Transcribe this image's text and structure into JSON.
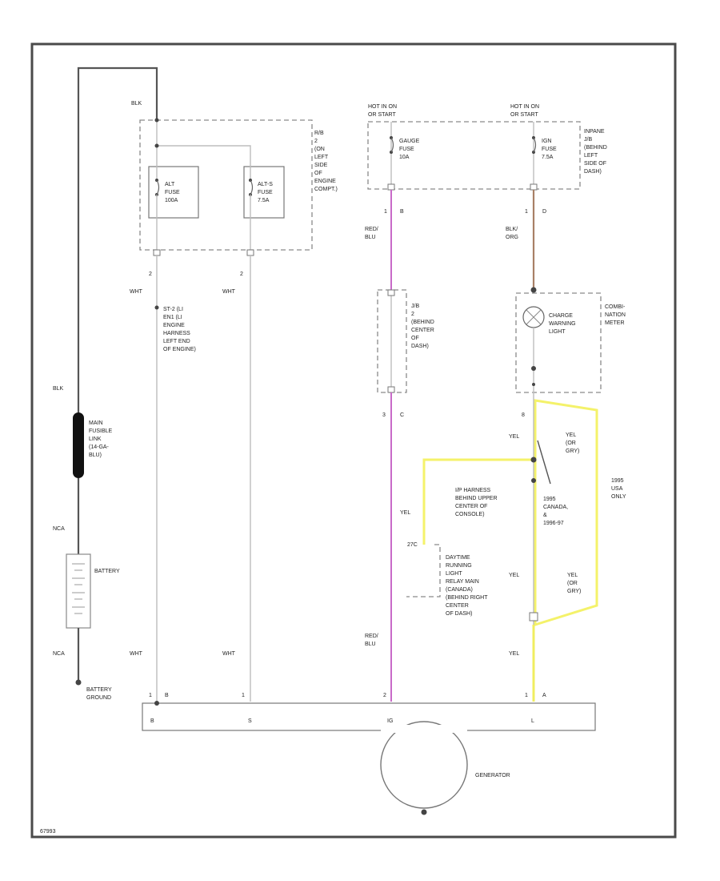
{
  "colors": {
    "frame": "#4a4a4a",
    "red_blu_wire": "#c86ac8",
    "blk_org_wire": "#a88066",
    "yel_highlight": "#f4f26a",
    "yel_wire": "#f0ee60"
  },
  "labels": {
    "blk_top": "BLK",
    "blk_mid": "BLK",
    "nca_1": "NCA",
    "nca_2": "NCA",
    "fuse_box_loc": [
      "R/B",
      "2",
      "(ON",
      "LEFT",
      "SIDE",
      "OF",
      "ENGINE",
      "COMPT.)"
    ],
    "alt_fuse": [
      "ALT",
      "FUSE",
      "100A"
    ],
    "alt_s_fuse": [
      "ALT-S",
      "FUSE",
      "7.5A"
    ],
    "pin_2a": "2",
    "pin_2b": "2",
    "wht_1": "WHT",
    "wht_2": "WHT",
    "splice_note": [
      "ST-2 (LI",
      "EN1 (LI",
      "ENGINE",
      "HARNESS",
      "LEFT END",
      "OF ENGINE)"
    ],
    "main_fusible_link": [
      "MAIN",
      "FUSIBLE",
      "LINK",
      "(14-GA-",
      "BLU)"
    ],
    "battery": "BATTERY",
    "battery_ground": [
      "BATTERY",
      "GROUND"
    ],
    "wht_3": "WHT",
    "wht_4": "WHT",
    "hot_on_1": [
      "HOT IN ON",
      "OR START"
    ],
    "hot_on_2": [
      "HOT IN ON",
      "OR START"
    ],
    "gauge_fuse": [
      "GAUGE",
      "FUSE",
      "10A"
    ],
    "ign_fuse": [
      "IGN",
      "FUSE",
      "7.5A"
    ],
    "jb_note": [
      "INPANE",
      "J/B",
      "(BEHIND",
      "LEFT",
      "SIDE OF",
      "DASH)"
    ],
    "pin_1a": "1",
    "pin_ba": "B",
    "pin_1b": "1",
    "pin_d": "D",
    "red_blu_1": [
      "RED/",
      "BLU"
    ],
    "blk_org": [
      "BLK/",
      "ORG"
    ],
    "jb_center": [
      "J/B",
      "2",
      "(BEHIND",
      "CENTER",
      "OF",
      "DASH)"
    ],
    "charge_light": [
      "CHARGE",
      "WARNING",
      "LIGHT"
    ],
    "combination_meter": [
      "COMBI-",
      "NATION",
      "METER"
    ],
    "pin_3a": "3",
    "pin_c": "C",
    "pin_8": "8",
    "yel_1": "YEL",
    "yel_or_gry_1": [
      "YEL",
      "(OR",
      "GRY)"
    ],
    "usa_only": [
      "1995",
      "USA",
      "ONLY"
    ],
    "ip_harness": [
      "I/P HARNESS",
      "BEHIND UPPER",
      "CENTER OF",
      "CONSOLE)"
    ],
    "canada_years": [
      "1995",
      "CANADA,",
      "&",
      "1996-97"
    ],
    "yel_2": "YEL",
    "ref_27c": "27C",
    "drl_relay": [
      "DAYTIME",
      "RUNNING",
      "LIGHT",
      "RELAY MAIN",
      "(CANADA)",
      "(BEHIND RIGHT",
      "CENTER",
      "OF DASH)"
    ],
    "yel_3": "YEL",
    "yel_or_gry_2": [
      "YEL",
      "(OR",
      "GRY)"
    ],
    "red_blu_2": [
      "RED/",
      "BLU"
    ],
    "yel_4": "YEL",
    "gen_pins_top": [
      "1",
      "B",
      "1",
      "2",
      "1",
      "A"
    ],
    "gen_terms": [
      "B",
      "S",
      "IG",
      "L"
    ],
    "generator": "GENERATOR",
    "figure_id": "67993"
  }
}
